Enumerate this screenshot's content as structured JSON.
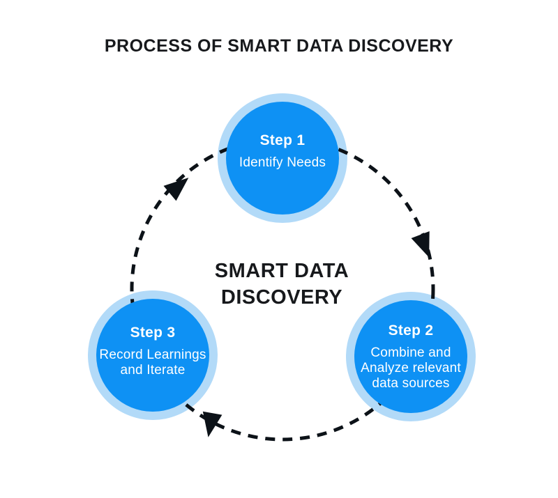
{
  "title": "PROCESS OF SMART DATA DISCOVERY",
  "center": {
    "line1": "SMART DATA",
    "line2": "DISCOVERY"
  },
  "steps": [
    {
      "label": "Step 1",
      "desc_lines": [
        "Identify Needs"
      ]
    },
    {
      "label": "Step 2",
      "desc_lines": [
        "Combine and",
        "Analyze relevant",
        "data sources"
      ]
    },
    {
      "label": "Step 3",
      "desc_lines": [
        "Record Learnings",
        "and Iterate"
      ]
    }
  ],
  "cycle": {
    "direction": "clockwise",
    "arrow_count": "3"
  },
  "colors": {
    "circle_core": "#0e91f4",
    "circle_ring": "#b2daf8",
    "dash": "#0c1218",
    "heading": "#17191c",
    "step_text": "#ffffff",
    "background": "#ffffff"
  }
}
